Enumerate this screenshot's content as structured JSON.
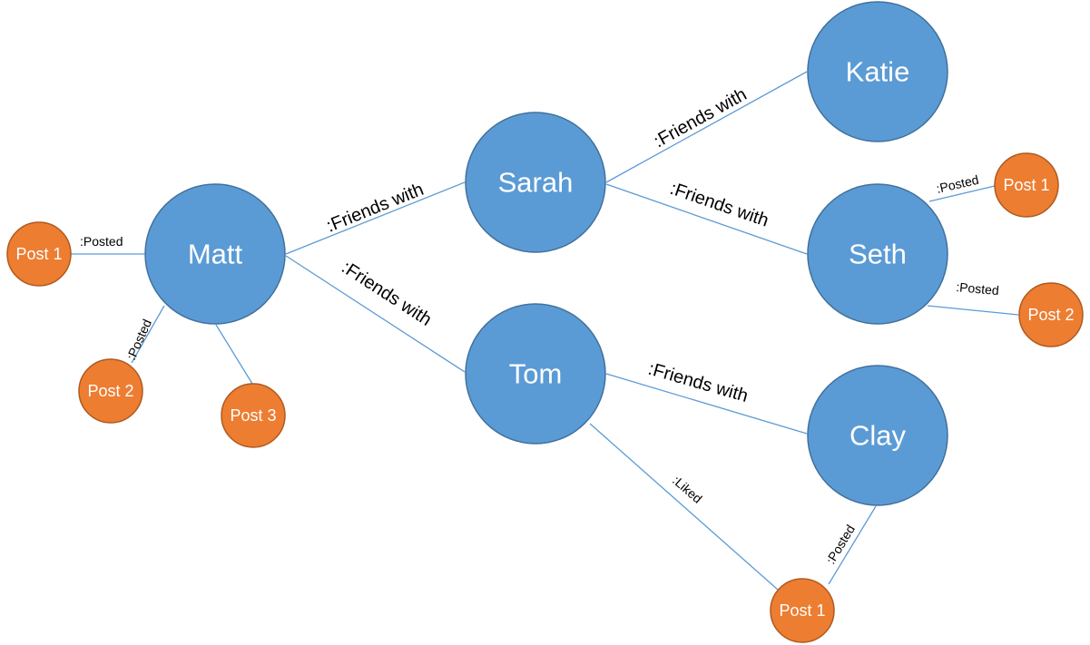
{
  "colors": {
    "person_fill": "#5B9BD5",
    "post_fill": "#ED7D31",
    "edge": "#5B9BD5"
  },
  "nodes": {
    "matt": "Matt",
    "sarah": "Sarah",
    "tom": "Tom",
    "katie": "Katie",
    "seth": "Seth",
    "clay": "Clay",
    "matt_post1": "Post 1",
    "matt_post2": "Post 2",
    "matt_post3": "Post 3",
    "seth_post1": "Post 1",
    "seth_post2": "Post 2",
    "clay_post1": "Post 1"
  },
  "edges": {
    "matt_sarah": ":Friends with",
    "matt_tom": ":Friends with",
    "sarah_katie": ":Friends with",
    "sarah_seth": ":Friends with",
    "tom_clay": ":Friends with",
    "tom_liked": ":Liked",
    "matt_posted1": ":Posted",
    "matt_posted2": ":Posted",
    "seth_posted1": ":Posted",
    "seth_posted2": ":Posted",
    "clay_posted": ":Posted"
  }
}
